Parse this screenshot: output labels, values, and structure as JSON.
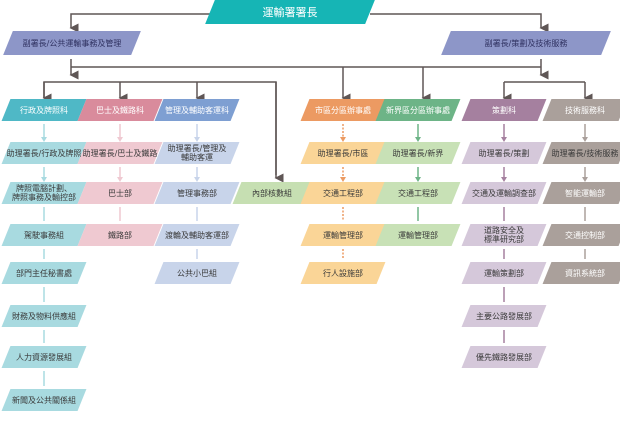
{
  "colors": {
    "director": "#16b5b5",
    "deputy": "#8d96c8",
    "connector": "#5f5655",
    "teal": "#4fb8c6",
    "teal_light": "#a8dae0",
    "pink": "#d98b9c",
    "pink_light": "#efc9d1",
    "blue": "#7e9fd2",
    "blue_light": "#c8d4ea",
    "green_light": "#c6dfb2",
    "orange": "#ec9a62",
    "orange_light": "#fad597",
    "green": "#6db487",
    "green_light2": "#c8e1b6",
    "purple": "#a5809f",
    "purple_light": "#d5c8da",
    "grey": "#aaa09b"
  },
  "director": {
    "label": "運輸署署長"
  },
  "deputies": [
    {
      "label": "副署長/公共運輸事務及管理"
    },
    {
      "label": "副署長/策劃及技術服務"
    }
  ],
  "columns": [
    {
      "head": "行政及牌照科",
      "items": [
        "助理署長/行政及牌照",
        "牌照電腦計劃、\n牌照事務及輸控部",
        "駕駛事務組",
        "部門主任秘書處",
        "財務及物料供應組",
        "人力資源發展組",
        "新聞及公共關係組"
      ]
    },
    {
      "head": "巴士及鐵路科",
      "items": [
        "助理署長/巴士及鐵路",
        "巴士部",
        "鐵路部"
      ]
    },
    {
      "head": "管理及輔助客運科",
      "items": [
        "助理署長/管理及\n輔助客運",
        "管理事務部",
        "渡輪及輔助客運部",
        "公共小巴組"
      ]
    },
    {
      "head": "",
      "items": [
        "內部核數組"
      ]
    },
    {
      "head": "市區分區辦事處",
      "items": [
        "助理署長/市區",
        "交通工程部",
        "運輸管理部",
        "行人設施部"
      ]
    },
    {
      "head": "新界區分區辦事處",
      "items": [
        "助理署長/新界",
        "交通工程部",
        "運輸管理部"
      ]
    },
    {
      "head": "策劃科",
      "items": [
        "助理署長/策劃",
        "交通及運輸調查部",
        "道路安全及\n標準研究部",
        "運輸策劃部",
        "主要公路發展部",
        "優先鐵路發展部"
      ]
    },
    {
      "head": "技術服務科",
      "items": [
        "助理署長/技術服務",
        "智能運輸部",
        "交通控制部",
        "資訊系統部"
      ]
    }
  ]
}
